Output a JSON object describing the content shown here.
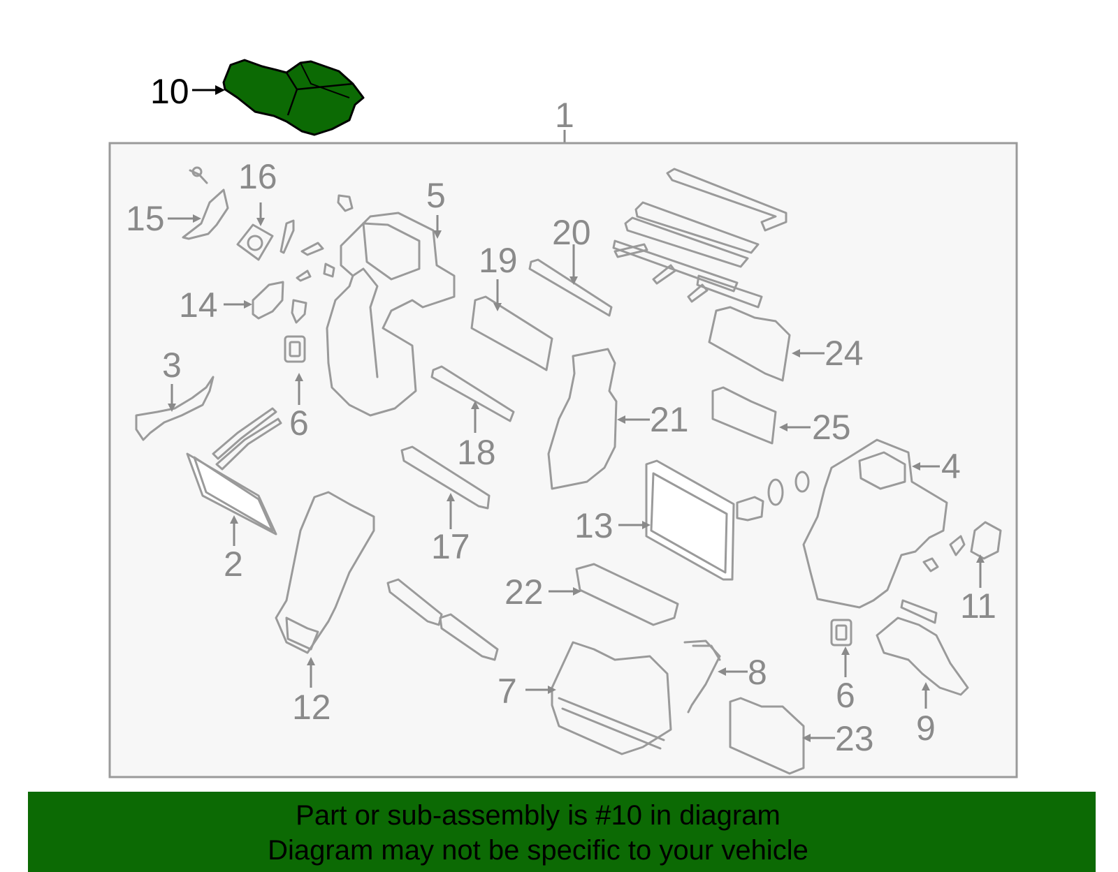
{
  "diagram": {
    "highlight_color": "#0c6a04",
    "assembly_label": "1",
    "highlighted_label": "10",
    "callouts": [
      {
        "id": "2",
        "text": "2"
      },
      {
        "id": "3",
        "text": "3"
      },
      {
        "id": "4",
        "text": "4"
      },
      {
        "id": "5",
        "text": "5"
      },
      {
        "id": "6a",
        "text": "6"
      },
      {
        "id": "6b",
        "text": "6"
      },
      {
        "id": "7",
        "text": "7"
      },
      {
        "id": "8",
        "text": "8"
      },
      {
        "id": "9",
        "text": "9"
      },
      {
        "id": "11",
        "text": "11"
      },
      {
        "id": "12",
        "text": "12"
      },
      {
        "id": "13",
        "text": "13"
      },
      {
        "id": "14",
        "text": "14"
      },
      {
        "id": "15",
        "text": "15"
      },
      {
        "id": "16",
        "text": "16"
      },
      {
        "id": "17",
        "text": "17"
      },
      {
        "id": "18",
        "text": "18"
      },
      {
        "id": "19",
        "text": "19"
      },
      {
        "id": "20",
        "text": "20"
      },
      {
        "id": "21",
        "text": "21"
      },
      {
        "id": "22",
        "text": "22"
      },
      {
        "id": "23",
        "text": "23"
      },
      {
        "id": "24",
        "text": "24"
      },
      {
        "id": "25",
        "text": "25"
      }
    ]
  },
  "footer": {
    "line1": "Part or sub-assembly is #10 in diagram",
    "line2": "Diagram may not be specific to your vehicle"
  }
}
